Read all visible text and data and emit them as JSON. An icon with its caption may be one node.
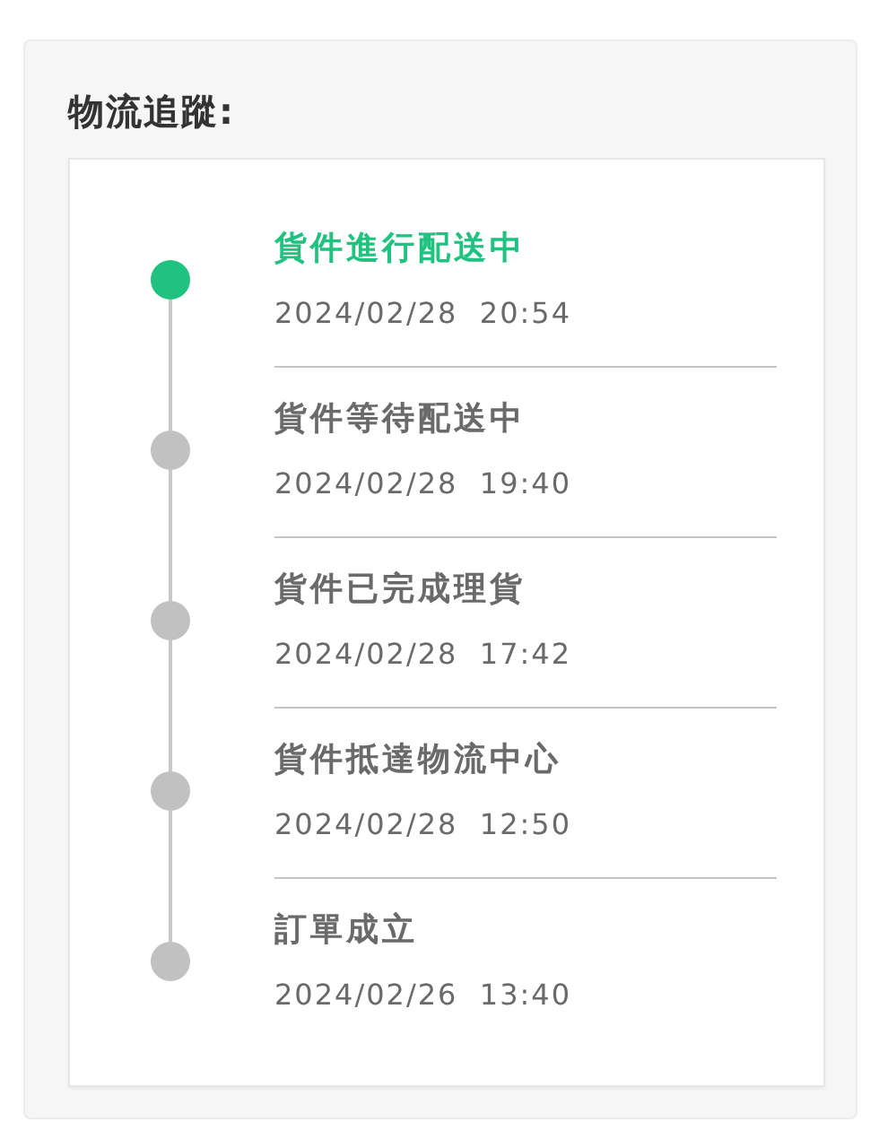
{
  "diagram": {
    "title": "物流追蹤:",
    "nodes": [
      {
        "text": [],
        "shape": "circle",
        "beside": [
          "貨件進行配送中",
          "2024/02/28  20:54"
        ]
      },
      {
        "text": [],
        "shape": "circle",
        "beside": [
          "貨件等待配送中",
          "2024/02/28  19:40"
        ]
      },
      {
        "text": [],
        "shape": "circle",
        "beside": [
          "貨件已完成理貨",
          "2024/02/28  17:42"
        ]
      },
      {
        "text": [],
        "shape": "circle",
        "beside": [
          "貨件抵達物流中心",
          "2024/02/28  12:50"
        ]
      },
      {
        "text": [],
        "shape": "circle",
        "beside": [
          "訂單成立",
          "2024/02/26  13:40"
        ]
      }
    ],
    "edges": [
      {
        "from": 0,
        "to": 1,
        "arrow": "none"
      },
      {
        "from": 1,
        "to": 2,
        "arrow": "none"
      },
      {
        "from": 2,
        "to": 3,
        "arrow": "none"
      },
      {
        "from": 3,
        "to": 4,
        "arrow": "none"
      }
    ]
  }
}
